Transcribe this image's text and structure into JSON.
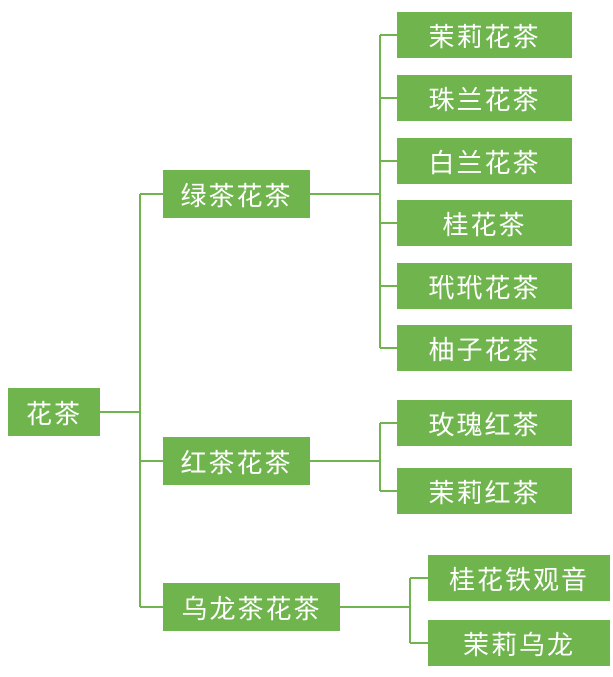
{
  "colors": {
    "node_bg": "#6fb44d",
    "line_color": "#6fb44d",
    "text_color": "#ffffff"
  },
  "root": {
    "label": "花茶"
  },
  "branches": [
    {
      "label": "绿茶花茶",
      "children": [
        "茉莉花茶",
        "珠兰花茶",
        "白兰花茶",
        "桂花茶",
        "玳玳花茶",
        "柚子花茶"
      ]
    },
    {
      "label": "红茶花茶",
      "children": [
        "玫瑰红茶",
        "茉莉红茶"
      ]
    },
    {
      "label": "乌龙茶花茶",
      "children": [
        "桂花铁观音",
        "茉莉乌龙"
      ]
    }
  ]
}
